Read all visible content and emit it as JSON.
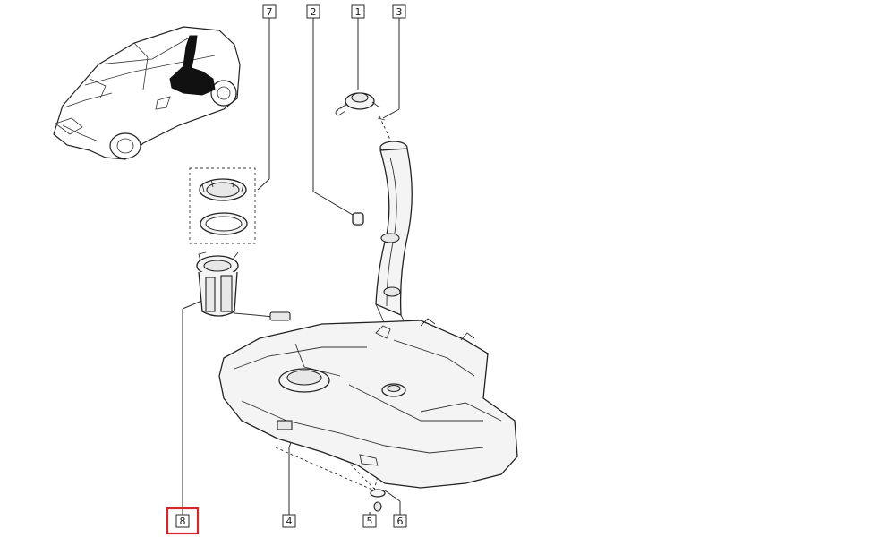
{
  "callouts": [
    {
      "id": "c7",
      "label": "7"
    },
    {
      "id": "c2",
      "label": "2"
    },
    {
      "id": "c1",
      "label": "1"
    },
    {
      "id": "c3",
      "label": "3"
    },
    {
      "id": "c8",
      "label": "8",
      "highlighted": true
    },
    {
      "id": "c4",
      "label": "4"
    },
    {
      "id": "c5",
      "label": "5"
    },
    {
      "id": "c6",
      "label": "6"
    }
  ],
  "colors": {
    "highlight": "#d9262b",
    "line": "#2a2a2a",
    "background": "#ffffff"
  }
}
